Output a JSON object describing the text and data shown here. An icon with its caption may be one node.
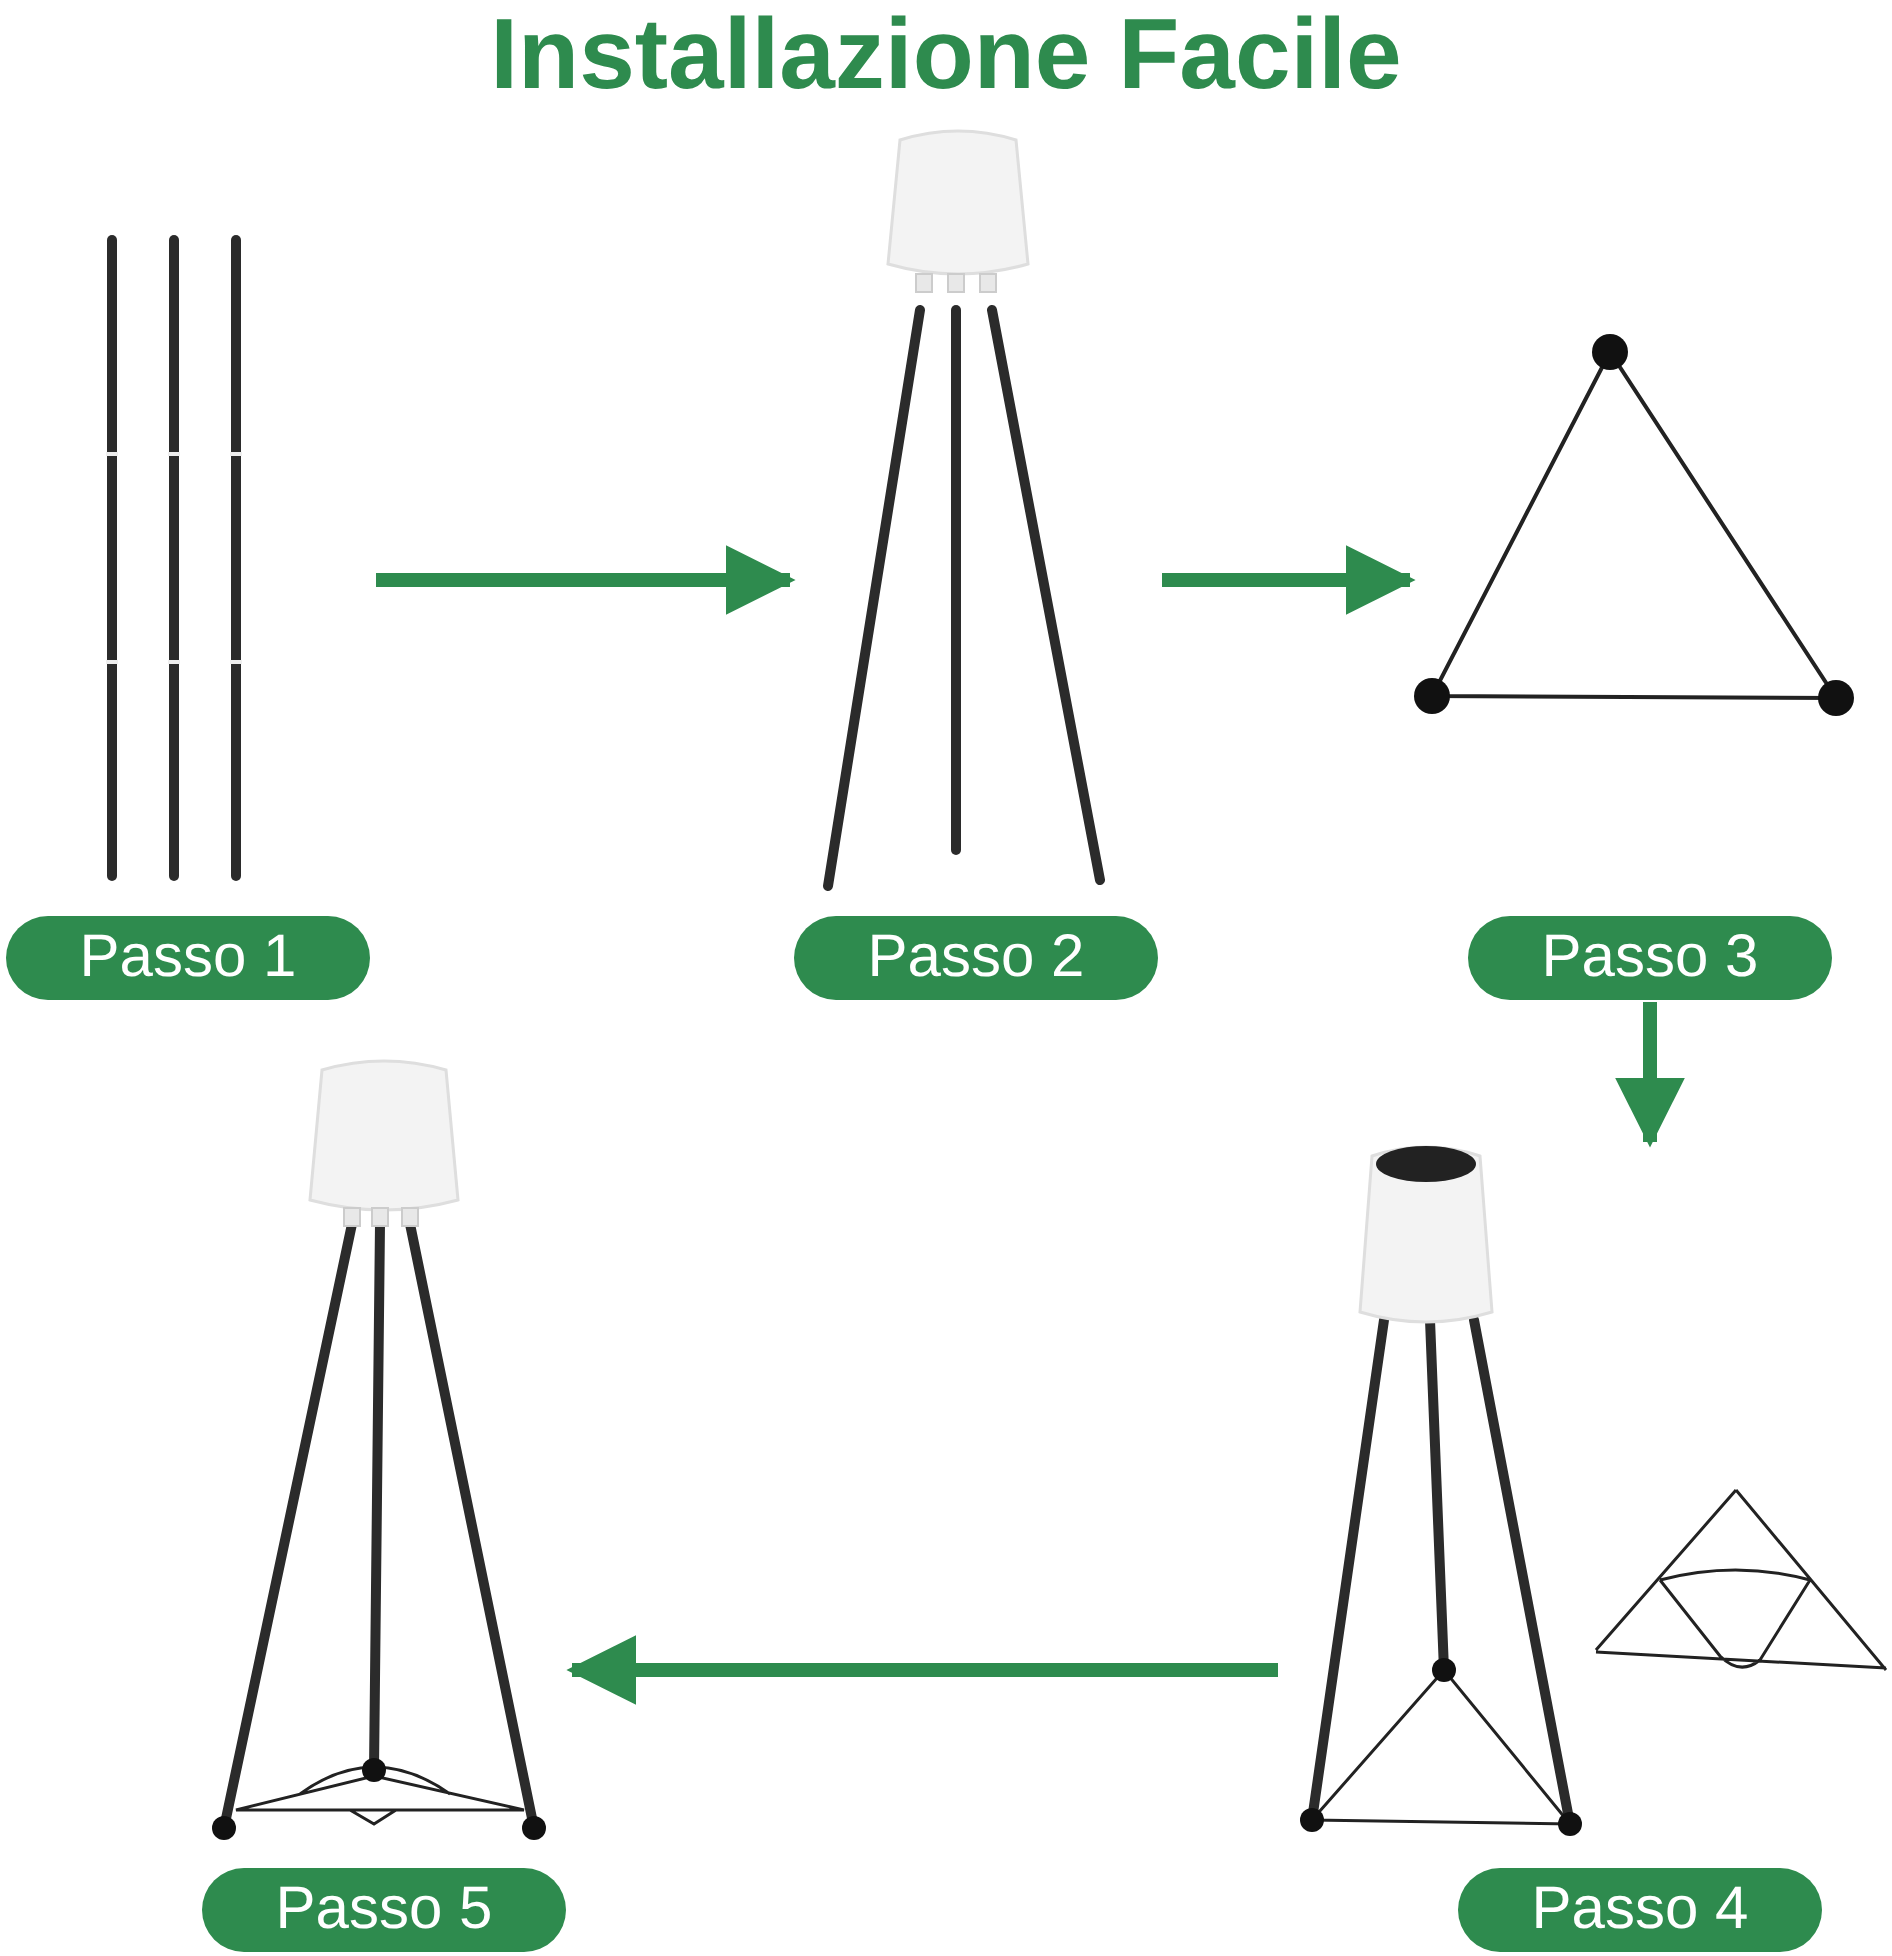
{
  "diagram": {
    "title": "Installazione Facile",
    "nodes": [
      {
        "text": [
          "Passo 1"
        ]
      },
      {
        "text": [
          "Passo 2"
        ]
      },
      {
        "text": [
          "Passo 3"
        ]
      },
      {
        "text": [
          "Passo 4"
        ]
      },
      {
        "text": [
          "Passo 5"
        ]
      }
    ],
    "edges": [
      {
        "from": 0,
        "to": 1,
        "arrow": "to"
      },
      {
        "from": 1,
        "to": 2,
        "arrow": "to"
      },
      {
        "from": 2,
        "to": 3,
        "arrow": "to"
      },
      {
        "from": 3,
        "to": 4,
        "arrow": "to"
      }
    ]
  }
}
